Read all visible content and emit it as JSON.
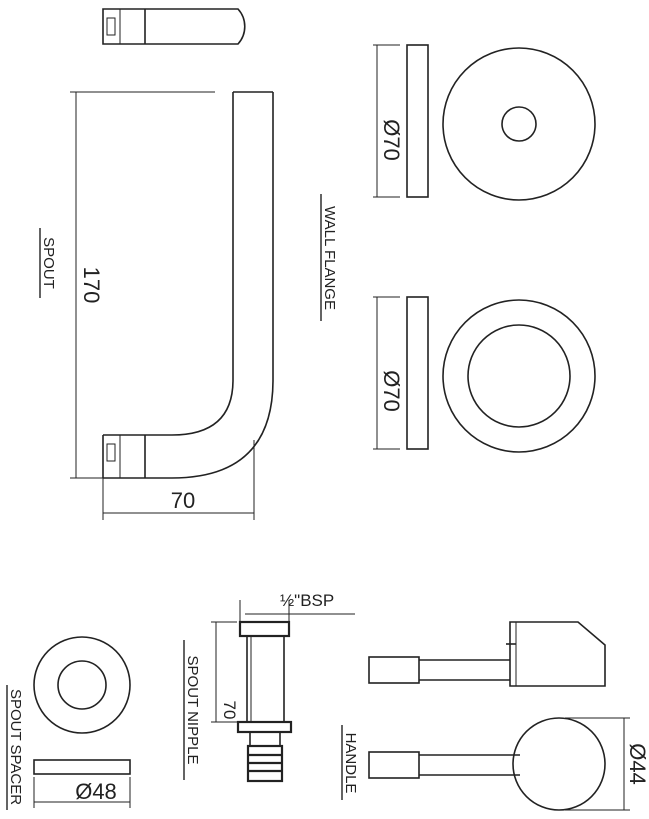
{
  "labels": {
    "spout": "SPOUT",
    "wall_flange": "WALL FLANGE",
    "spout_nipple": "SPOUT NIPPLE",
    "spout_spacer": "SPOUT SPACER",
    "handle": "HANDLE"
  },
  "dimensions": {
    "spout_height": "170",
    "spout_width": "70",
    "flange_top_dia": "Ø70",
    "flange_bottom_dia": "Ø70",
    "nipple_thread": "½\"BSP",
    "nipple_length": "70",
    "spacer_dia": "Ø48",
    "handle_dia": "Ø44"
  }
}
